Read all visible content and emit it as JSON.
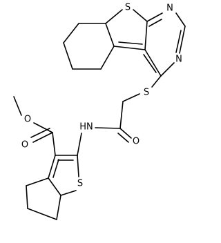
{
  "atom_labels": {
    "s_thieno_fused": "S",
    "n_pyrimidine_top": "N",
    "n_pyrimidine_bottom": "N",
    "s_thioether": "S",
    "nh_amide": "HN",
    "o_amide": "O",
    "s_thiophene": "S",
    "o_ester_methoxy": "O",
    "o_ester_carbonyl": "O"
  },
  "colors": {
    "bond": "#000000",
    "label": "#000000",
    "background": "#ffffff"
  }
}
